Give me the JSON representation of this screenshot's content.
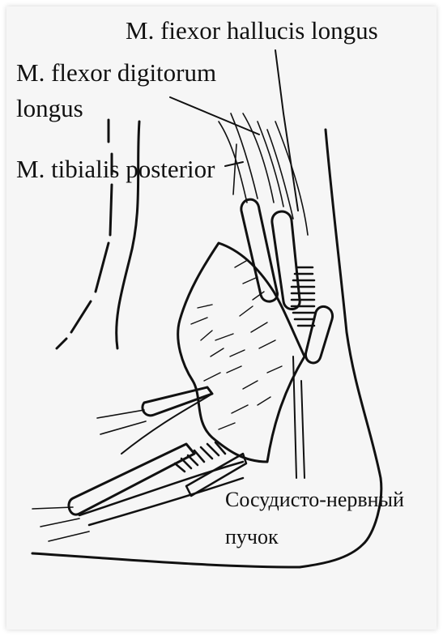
{
  "labels": {
    "flexor_hallucis_longus": "M. fiexor hallucis longus",
    "flexor_digitorum_longus": "M. flexor digitorum longus",
    "tibialis_posterior": "M. tibialis posterior",
    "neurovascular_bundle": "Сосудисто-нервный пучок"
  },
  "colors": {
    "panel_background": "#f6f6f6",
    "line": "#111111"
  }
}
